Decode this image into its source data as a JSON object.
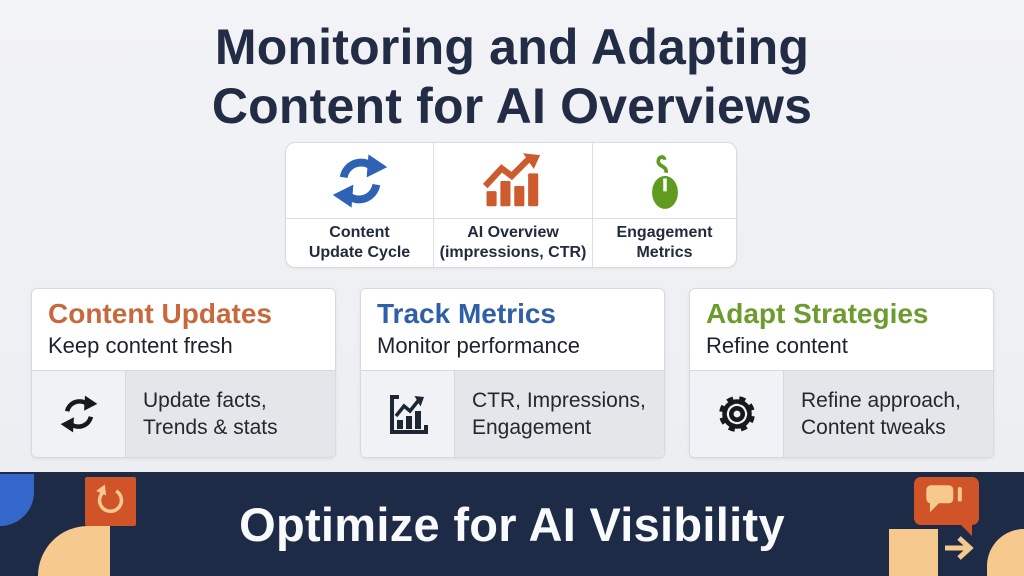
{
  "header": {
    "title": "Monitoring and Adapting\nContent for AI Overviews"
  },
  "icon_strip": {
    "items": [
      {
        "icon": "sync-cycle-icon",
        "label": "Content\nUpdate Cycle"
      },
      {
        "icon": "growth-chart-icon",
        "label": "AI Overview\n(impressions, CTR)"
      },
      {
        "icon": "mouse-icon",
        "label": "Engagement\nMetrics"
      }
    ]
  },
  "cards": [
    {
      "title": "Content Updates",
      "title_color": "#c7693c",
      "subtitle": "Keep content fresh",
      "icon": "refresh-cycle-icon",
      "detail": "Update facts,\nTrends & stats"
    },
    {
      "title": "Track Metrics",
      "title_color": "#2e5fa8",
      "subtitle": "Monitor performance",
      "icon": "bar-chart-icon",
      "detail": "CTR, Impressions,\nEngagement"
    },
    {
      "title": "Adapt Strategies",
      "title_color": "#6d9b2d",
      "subtitle": "Refine content",
      "icon": "gear-icon",
      "detail": "Refine approach,\nContent tweaks"
    }
  ],
  "banner": {
    "title": "Optimize for AI Visibility"
  },
  "colors": {
    "title_navy": "#222c45",
    "banner_navy": "#1e2b47",
    "strip_blue": "#2d62b5",
    "strip_orange": "#cd5b2e",
    "strip_green": "#5f9b1e",
    "icon_black": "#17191d",
    "chart_dark": "#1d2634",
    "decor_orange": "#d15328",
    "decor_blue": "#3566c9",
    "decor_cream": "#f6c98f"
  }
}
